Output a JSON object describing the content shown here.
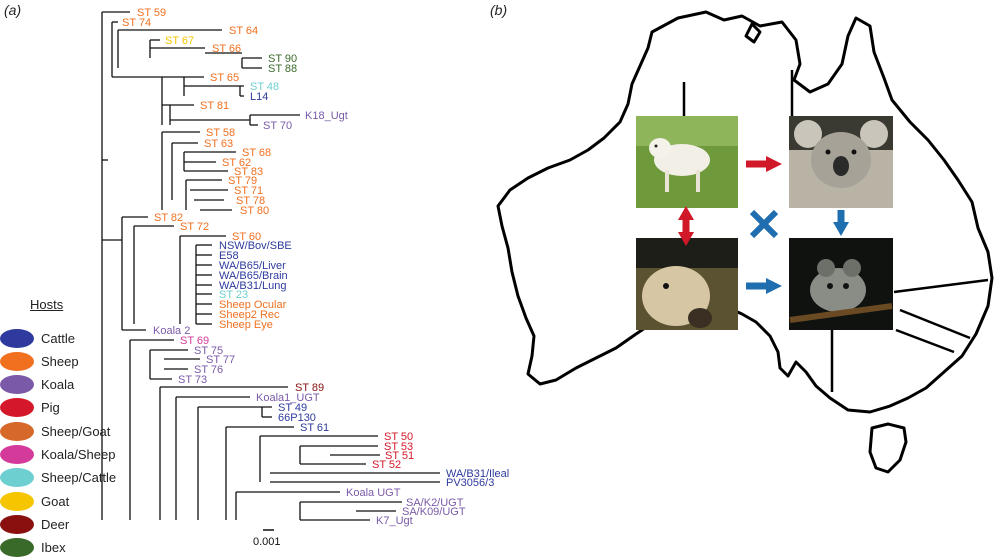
{
  "panels": {
    "a": "(a)",
    "b": "(b)"
  },
  "legend": {
    "title": "Hosts",
    "items": [
      {
        "label": "Cattle",
        "color": "#2e3a9e"
      },
      {
        "label": "Sheep",
        "color": "#f07020"
      },
      {
        "label": "Koala",
        "color": "#7a5aa8"
      },
      {
        "label": "Pig",
        "color": "#d4182a"
      },
      {
        "label": "Sheep/Goat",
        "color": "#d6682a"
      },
      {
        "label": "Koala/Sheep",
        "color": "#d43a9a"
      },
      {
        "label": "Sheep/Cattle",
        "color": "#6ecfd0"
      },
      {
        "label": "Goat",
        "color": "#f5c500"
      },
      {
        "label": "Deer",
        "color": "#8a1010"
      },
      {
        "label": "Ibex",
        "color": "#3a6a2a"
      }
    ]
  },
  "scale_bar": {
    "label": "0.001"
  },
  "tree_labels": [
    {
      "text": "ST 59",
      "color": "#f07020"
    },
    {
      "text": "ST 74",
      "color": "#f07020"
    },
    {
      "text": "ST 64",
      "color": "#f07020"
    },
    {
      "text": "ST 67",
      "color": "#f5c500"
    },
    {
      "text": "ST 66",
      "color": "#f07020"
    },
    {
      "text": "ST 90",
      "color": "#3a6a2a"
    },
    {
      "text": "ST 88",
      "color": "#3a6a2a"
    },
    {
      "text": "ST 65",
      "color": "#f07020"
    },
    {
      "text": "ST 48",
      "color": "#6ecfd0"
    },
    {
      "text": "L14",
      "color": "#2e3a9e"
    },
    {
      "text": "ST 81",
      "color": "#f07020"
    },
    {
      "text": "K18_Ugt",
      "color": "#7a5aa8"
    },
    {
      "text": "ST 70",
      "color": "#7a5aa8"
    },
    {
      "text": "ST 58",
      "color": "#f07020"
    },
    {
      "text": "ST 63",
      "color": "#f07020"
    },
    {
      "text": "ST 68",
      "color": "#f07020"
    },
    {
      "text": "ST 62",
      "color": "#f07020"
    },
    {
      "text": "ST 83",
      "color": "#f07020"
    },
    {
      "text": "ST 79",
      "color": "#f07020"
    },
    {
      "text": "ST 71",
      "color": "#f07020"
    },
    {
      "text": "ST 78",
      "color": "#f07020"
    },
    {
      "text": "ST 80",
      "color": "#f07020"
    },
    {
      "text": "ST 82",
      "color": "#f07020"
    },
    {
      "text": "ST 72",
      "color": "#f07020"
    },
    {
      "text": "ST 60",
      "color": "#f07020"
    },
    {
      "text": "NSW/Bov/SBE",
      "color": "#2e3a9e"
    },
    {
      "text": "E58",
      "color": "#2e3a9e"
    },
    {
      "text": "WA/B65/Liver",
      "color": "#2e3a9e"
    },
    {
      "text": "WA/B65/Brain",
      "color": "#2e3a9e"
    },
    {
      "text": "WA/B31/Lung",
      "color": "#2e3a9e"
    },
    {
      "text": "ST 23",
      "color": "#6ecfd0"
    },
    {
      "text": "Sheep Ocular",
      "color": "#f07020"
    },
    {
      "text": "Sheep2 Rec",
      "color": "#f07020"
    },
    {
      "text": "Sheep Eye",
      "color": "#f07020"
    },
    {
      "text": "Koala 2",
      "color": "#7a5aa8"
    },
    {
      "text": "ST 69",
      "color": "#d43a9a"
    },
    {
      "text": "ST 75",
      "color": "#7a5aa8"
    },
    {
      "text": "ST 77",
      "color": "#7a5aa8"
    },
    {
      "text": "ST 76",
      "color": "#7a5aa8"
    },
    {
      "text": "ST 73",
      "color": "#7a5aa8"
    },
    {
      "text": "ST 89",
      "color": "#8a1010"
    },
    {
      "text": "Koala1_UGT",
      "color": "#7a5aa8"
    },
    {
      "text": "ST 49",
      "color": "#2e3a9e"
    },
    {
      "text": "66P130",
      "color": "#2e3a9e"
    },
    {
      "text": "ST 61",
      "color": "#2e3a9e"
    },
    {
      "text": "ST 50",
      "color": "#d4182a"
    },
    {
      "text": "ST 53",
      "color": "#d4182a"
    },
    {
      "text": "ST 51",
      "color": "#d4182a"
    },
    {
      "text": "ST 52",
      "color": "#d4182a"
    },
    {
      "text": "WA/B31/Ileal",
      "color": "#2e3a9e"
    },
    {
      "text": "PV3056/3",
      "color": "#2e3a9e"
    },
    {
      "text": "Koala UGT",
      "color": "#7a5aa8"
    },
    {
      "text": "SA/K2/UGT",
      "color": "#7a5aa8"
    },
    {
      "text": "SA/K09/UGT",
      "color": "#7a5aa8"
    },
    {
      "text": "K7_Ugt",
      "color": "#7a5aa8"
    }
  ],
  "map": {
    "photos": [
      "sheep",
      "koala",
      "cattle",
      "possum"
    ],
    "arrow_colors": {
      "red": "#d01828",
      "blue": "#1f6fb0"
    }
  }
}
